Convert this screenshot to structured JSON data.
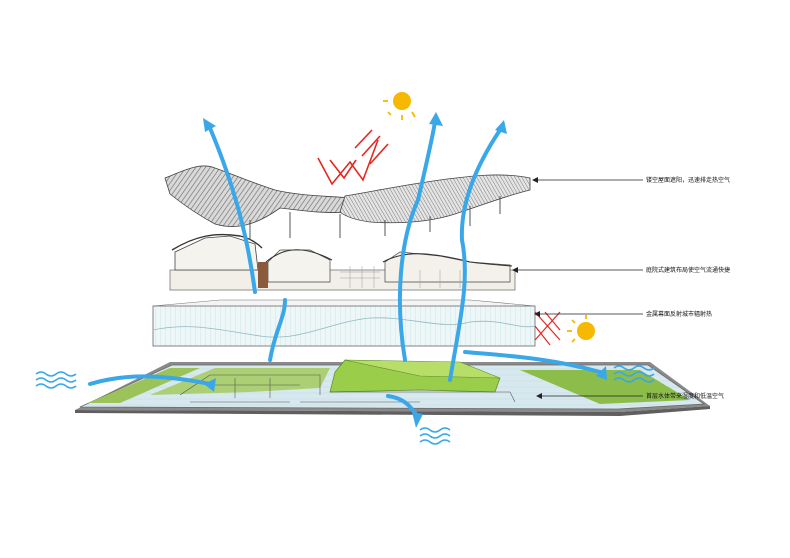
{
  "callouts": [
    {
      "text": "镂空屋面遮阳，迅速排走热空气"
    },
    {
      "text": "庭院式建筑布局使空气流通快捷"
    },
    {
      "text": "金属幕面反射城市辐射热"
    },
    {
      "text": "首层水体带来湿度和低温空气"
    }
  ],
  "colors": {
    "airflow": "#3aa7e8",
    "sun": "#f6b800",
    "heat": "#e8261e",
    "roof": "#9a9a9a",
    "grass": "#8cbd4a",
    "water": "#cfe4ee",
    "facade": "#e8f4f6",
    "leader": "#222222"
  },
  "icons": [
    "sun-icon",
    "heat-ray-icon",
    "airflow-arrow-icon",
    "water-wave-icon"
  ]
}
